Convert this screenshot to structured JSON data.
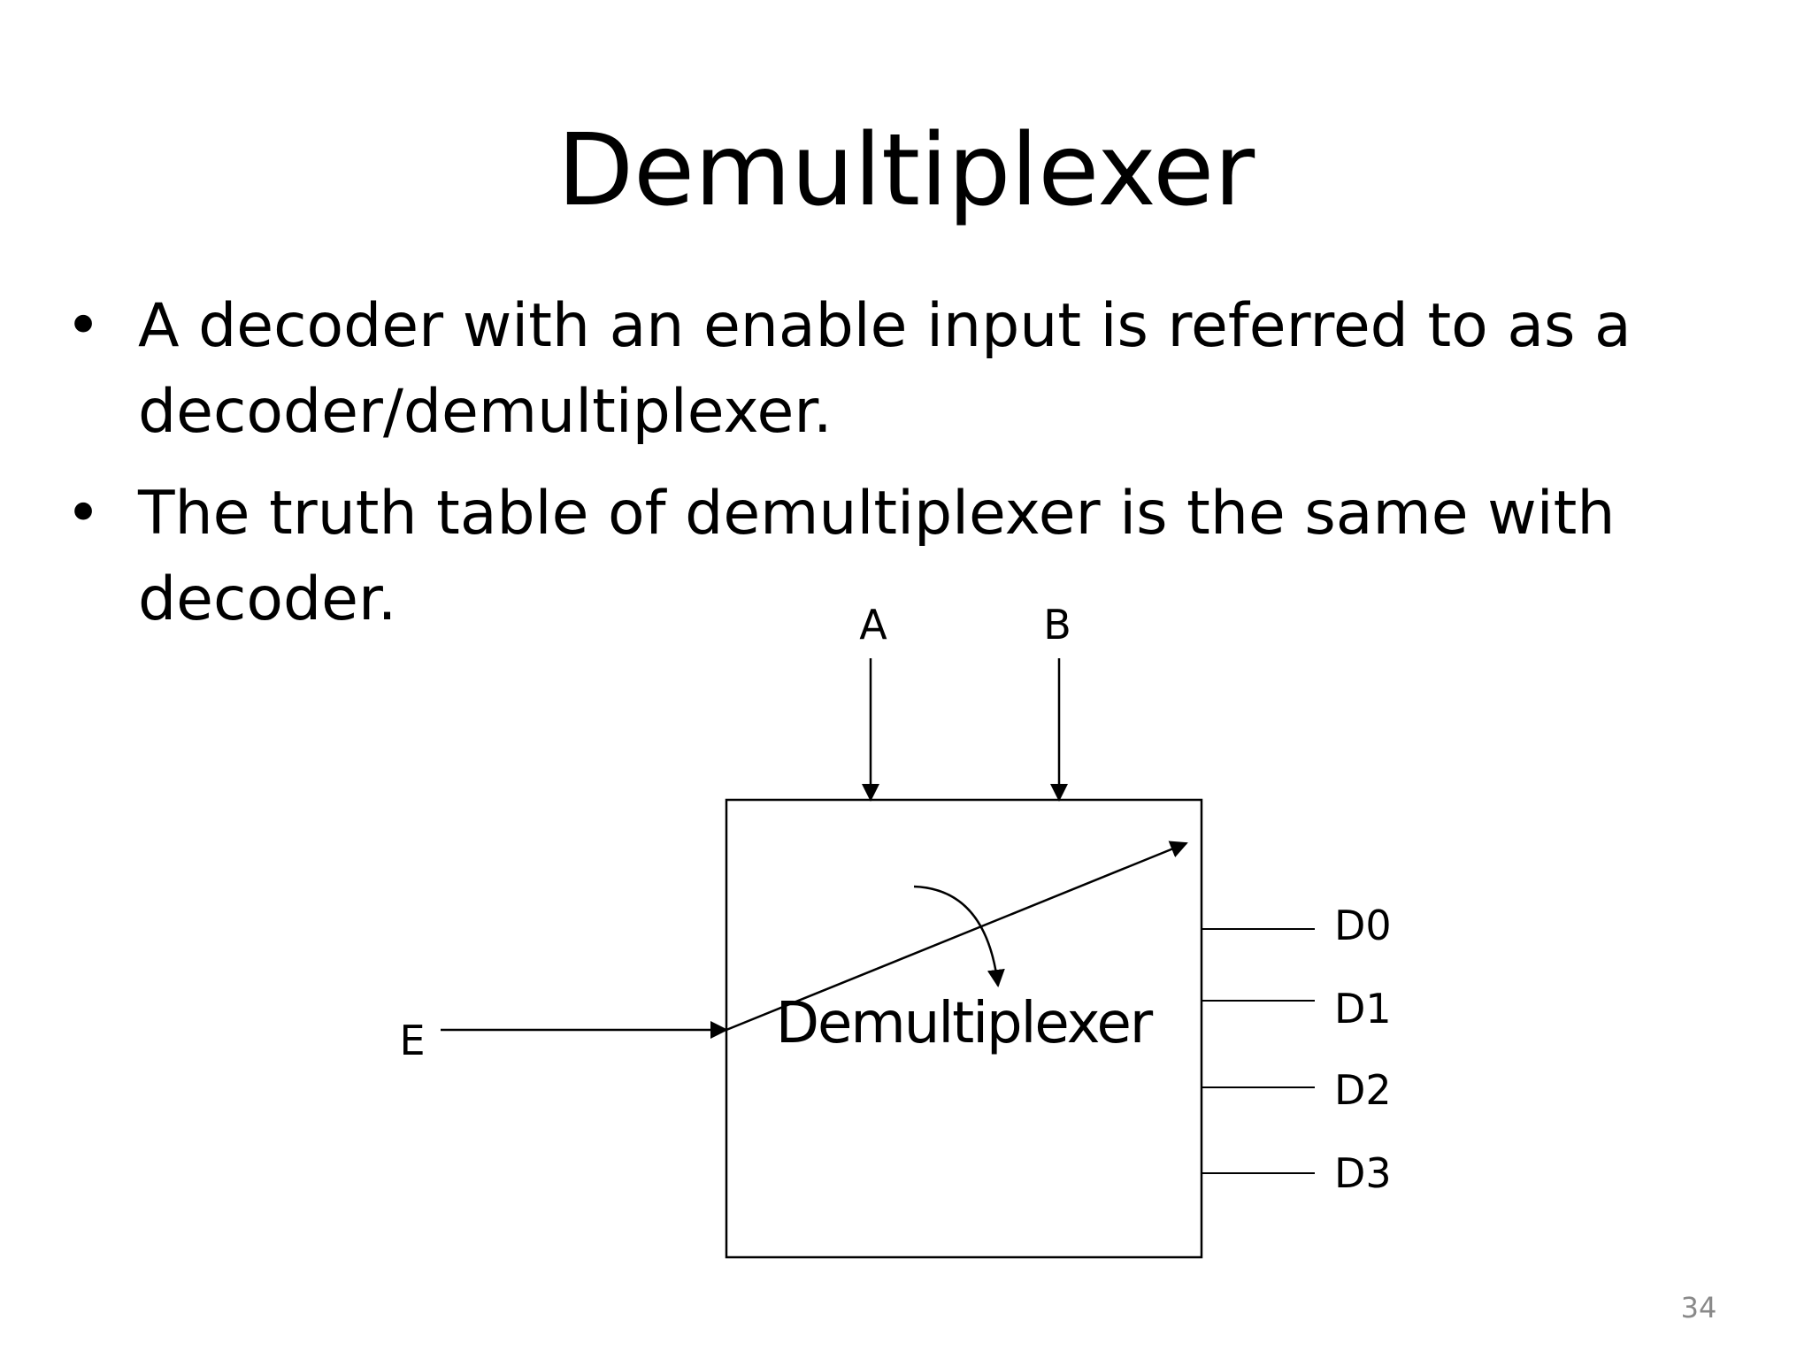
{
  "slide": {
    "title": "Demultiplexer",
    "bullets": [
      {
        "text": "A decoder with an enable input is referred to as a decoder/demultiplexer."
      },
      {
        "text": "The truth table of demultiplexer is the same with decoder."
      }
    ],
    "page_number": "34"
  },
  "diagram": {
    "block_label": "Demultiplexer",
    "enable_label": "E",
    "select_inputs": [
      "A",
      "B"
    ],
    "outputs": [
      "D0",
      "D1",
      "D2",
      "D3"
    ]
  },
  "colors": {
    "text": "#000000",
    "background": "#ffffff",
    "page_number": "#898989"
  }
}
